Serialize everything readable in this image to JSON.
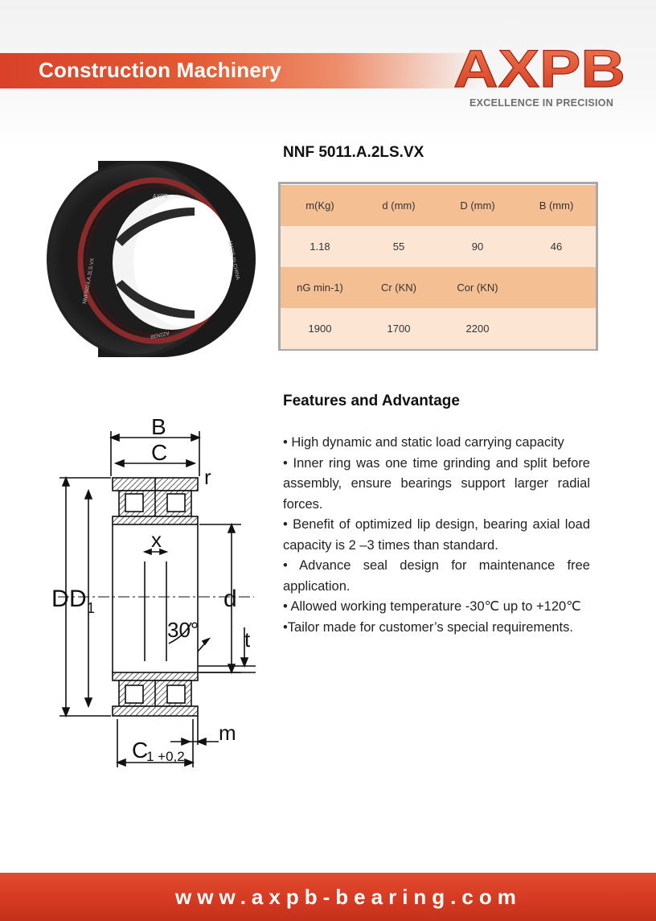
{
  "header": {
    "title": "Construction Machinery"
  },
  "brand": {
    "logo_text": "AXPB",
    "tagline": "EXCELLENCE IN PRECISION",
    "accent_color": "#d9412a"
  },
  "product": {
    "title": "NNF 5011.A.2LS.VX",
    "photo_marks": {
      "brand": "AXPB",
      "model": "NNF5024.A.2LS.VX",
      "origin": "MADE IN CHINA",
      "code": "A22N38"
    }
  },
  "spec_table": {
    "rows": [
      [
        "m(Kg)",
        "d (mm)",
        "D (mm)",
        "B (mm)"
      ],
      [
        "1.18",
        "55",
        "90",
        "46"
      ],
      [
        "nG min-1)",
        "Cr (KN)",
        "Cor (KN)",
        ""
      ],
      [
        "1900",
        "1700",
        "2200",
        ""
      ]
    ]
  },
  "features": {
    "title": "Features and Advantage",
    "items": [
      "• High dynamic and static load carrying capacity",
      "• Inner ring was one time grinding and split before assembly,  ensure bearings support larger radial forces.",
      "• Benefit of  optimized lip design, bearing axial load capacity is 2 –3 times than standard.",
      "• Advance seal design for maintenance free application.",
      "• Allowed  working temperature -30℃  up to +120℃",
      "•Tailor made for customer’s special requirements."
    ]
  },
  "drawing_labels": {
    "B": "B",
    "C": "C",
    "r": "r",
    "x": "x",
    "D": "D",
    "D1": "D",
    "D1_sub": "1",
    "d": "d",
    "angle": "30°",
    "t": "t",
    "m": "m",
    "C1": "C",
    "C1_sub": "1 +0,2"
  },
  "footer": {
    "url": "www.axpb-bearing.com"
  }
}
